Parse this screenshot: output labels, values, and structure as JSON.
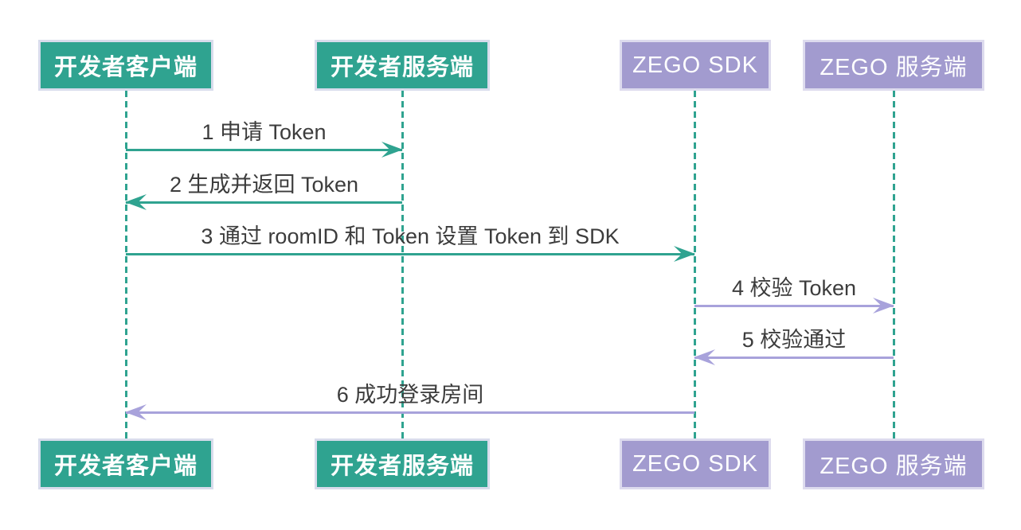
{
  "diagram": {
    "type": "sequence-diagram",
    "actors": [
      {
        "id": "developer-client",
        "label": "开发者客户端",
        "color": "#2FA390"
      },
      {
        "id": "developer-server",
        "label": "开发者服务端",
        "color": "#2FA390"
      },
      {
        "id": "zego-sdk",
        "label": "ZEGO SDK",
        "color": "#A29BCF"
      },
      {
        "id": "zego-server",
        "label": "ZEGO 服务端",
        "color": "#A29BCF"
      }
    ],
    "messages": [
      {
        "seq": 1,
        "label": "1 申请 Token",
        "from": "developer-client",
        "to": "developer-server",
        "direction": "right",
        "color": "#2FA390"
      },
      {
        "seq": 2,
        "label": "2 生成并返回 Token",
        "from": "developer-server",
        "to": "developer-client",
        "direction": "left",
        "color": "#2FA390"
      },
      {
        "seq": 3,
        "label": "3 通过 roomID 和 Token 设置 Token 到 SDK",
        "from": "developer-client",
        "to": "zego-sdk",
        "direction": "right",
        "color": "#2FA390"
      },
      {
        "seq": 4,
        "label": "4 校验 Token",
        "from": "zego-sdk",
        "to": "zego-server",
        "direction": "right",
        "color": "#A8A2DB"
      },
      {
        "seq": 5,
        "label": "5 校验通过",
        "from": "zego-server",
        "to": "zego-sdk",
        "direction": "left",
        "color": "#A8A2DB"
      },
      {
        "seq": 6,
        "label": "6 成功登录房间",
        "from": "zego-sdk",
        "to": "developer-client",
        "direction": "left",
        "color": "#A8A2DB"
      }
    ],
    "colors": {
      "teal": "#2FA390",
      "purple_box": "#A29BCF",
      "purple_arrow": "#A8A2DB",
      "message_text": "#3C3C3C",
      "box_border": "#D8DCEC",
      "background": "#FFFFFF"
    }
  }
}
